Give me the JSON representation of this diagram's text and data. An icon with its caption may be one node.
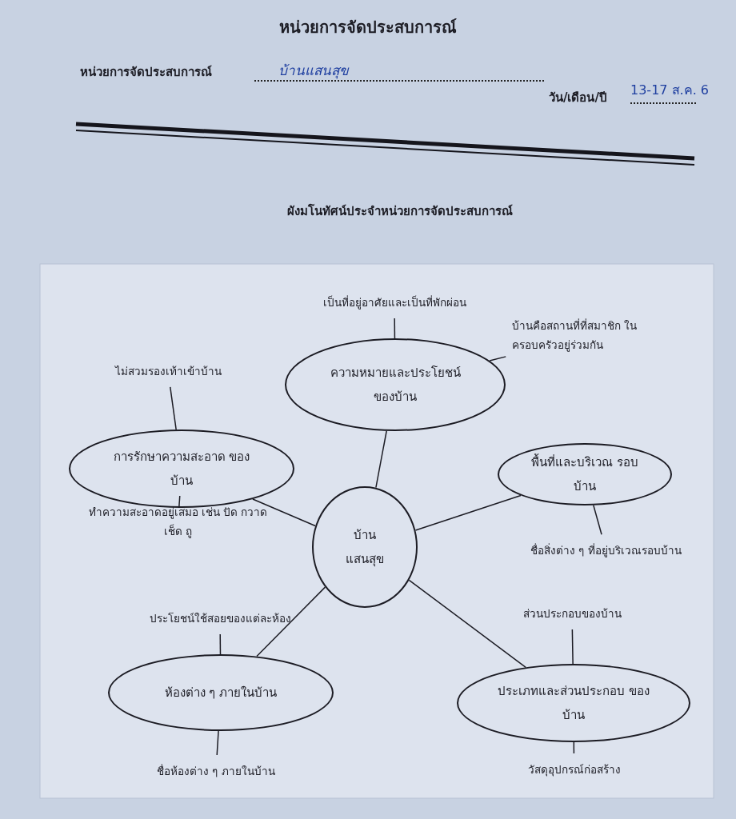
{
  "diagram": {
    "title": "หน่วยการจัดประสบการณ์",
    "nodes": [
      {
        "text": [
          "บ้านแสนสุข"
        ]
      },
      {
        "text": [
          "ความหมายและประโยชน์ ของบ้าน"
        ]
      },
      {
        "text": [
          "การรักษาความสะอาด ของบ้าน"
        ]
      },
      {
        "text": [
          "พื้นที่และบริเวณ รอบบ้าน"
        ]
      },
      {
        "text": [
          "ห้องต่าง ๆ ภายในบ้าน"
        ]
      },
      {
        "text": [
          "ประเภทและส่วนประกอบ ของบ้าน"
        ]
      },
      {
        "text": [
          "เป็นที่อยู่อาศัยและเป็นที่พักผ่อน"
        ]
      },
      {
        "text": [
          "บ้านคือสถานที่ที่สมาชิก ในครอบครัวอยู่ร่วมกัน"
        ]
      },
      {
        "text": [
          "ไม่สวมรองเท้าเข้าบ้าน"
        ]
      },
      {
        "text": [
          "ทำความสะอาดอยู่เสมอ เช่น ปัด กวาด เช็ด ถู"
        ]
      },
      {
        "text": [
          "ชื่อสิ่งต่าง ๆ ที่อยู่บริเวณรอบบ้าน"
        ]
      },
      {
        "text": [
          "ประโยชน์ใช้สอยของแต่ละห้อง"
        ]
      },
      {
        "text": [
          "ชื่อห้องต่าง ๆ ภายในบ้าน"
        ]
      },
      {
        "text": [
          "ส่วนประกอบของบ้าน"
        ]
      },
      {
        "text": [
          "วัสดุอุปกรณ์ก่อสร้าง"
        ]
      }
    ],
    "edges": [
      {
        "from": 0,
        "to": 1,
        "arrow": "none"
      },
      {
        "from": 0,
        "to": 2,
        "arrow": "none"
      },
      {
        "from": 0,
        "to": 3,
        "arrow": "none"
      },
      {
        "from": 0,
        "to": 4,
        "arrow": "none"
      },
      {
        "from": 0,
        "to": 5,
        "arrow": "none"
      },
      {
        "from": 1,
        "to": 6,
        "arrow": "none"
      },
      {
        "from": 1,
        "to": 7,
        "arrow": "none"
      },
      {
        "from": 2,
        "to": 8,
        "arrow": "none"
      },
      {
        "from": 2,
        "to": 9,
        "arrow": "none"
      },
      {
        "from": 3,
        "to": 10,
        "arrow": "none"
      },
      {
        "from": 4,
        "to": 11,
        "arrow": "none"
      },
      {
        "from": 4,
        "to": 12,
        "arrow": "none"
      },
      {
        "from": 5,
        "to": 13,
        "arrow": "none"
      },
      {
        "from": 5,
        "to": 14,
        "arrow": "none"
      }
    ],
    "labels": [
      "หน่วยการจัดประสบการณ์",
      "บ้านแสนสุข",
      "วัน/เดือน/ปี",
      "13-17 ส.ค. 6",
      "ผังมโนทัศน์ประจำหน่วยการจัดประสบการณ์"
    ]
  }
}
